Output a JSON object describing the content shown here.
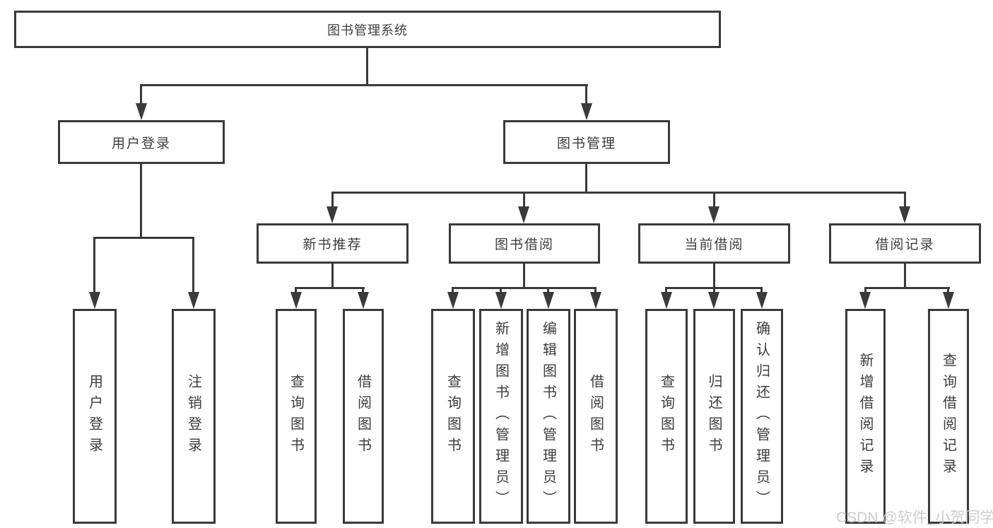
{
  "tree": {
    "label": "图书管理系统",
    "children": [
      {
        "label": "用户登录",
        "children": [
          {
            "label": "用户登录"
          },
          {
            "label": "注销登录"
          }
        ]
      },
      {
        "label": "图书管理",
        "children": [
          {
            "label": "新书推荐",
            "children": [
              {
                "label": "查询图书"
              },
              {
                "label": "借阅图书"
              }
            ]
          },
          {
            "label": "图书借阅",
            "children": [
              {
                "label": "查询图书"
              },
              {
                "label": "新增图书（管理员）"
              },
              {
                "label": "编辑图书（管理员）"
              },
              {
                "label": "借阅图书"
              }
            ]
          },
          {
            "label": "当前借阅",
            "children": [
              {
                "label": "查询图书"
              },
              {
                "label": "归还图书"
              },
              {
                "label": "确认归还（管理员）"
              }
            ]
          },
          {
            "label": "借阅记录",
            "children": [
              {
                "label": "新增借阅记录"
              },
              {
                "label": "查询借阅记录"
              }
            ]
          }
        ]
      }
    ]
  },
  "watermark": {
    "text": "CSDN @软件_小贺同学"
  },
  "colors": {
    "line": "#3a3a3a",
    "text": "#3d3d3d",
    "watermark": "#c9c9ce"
  }
}
